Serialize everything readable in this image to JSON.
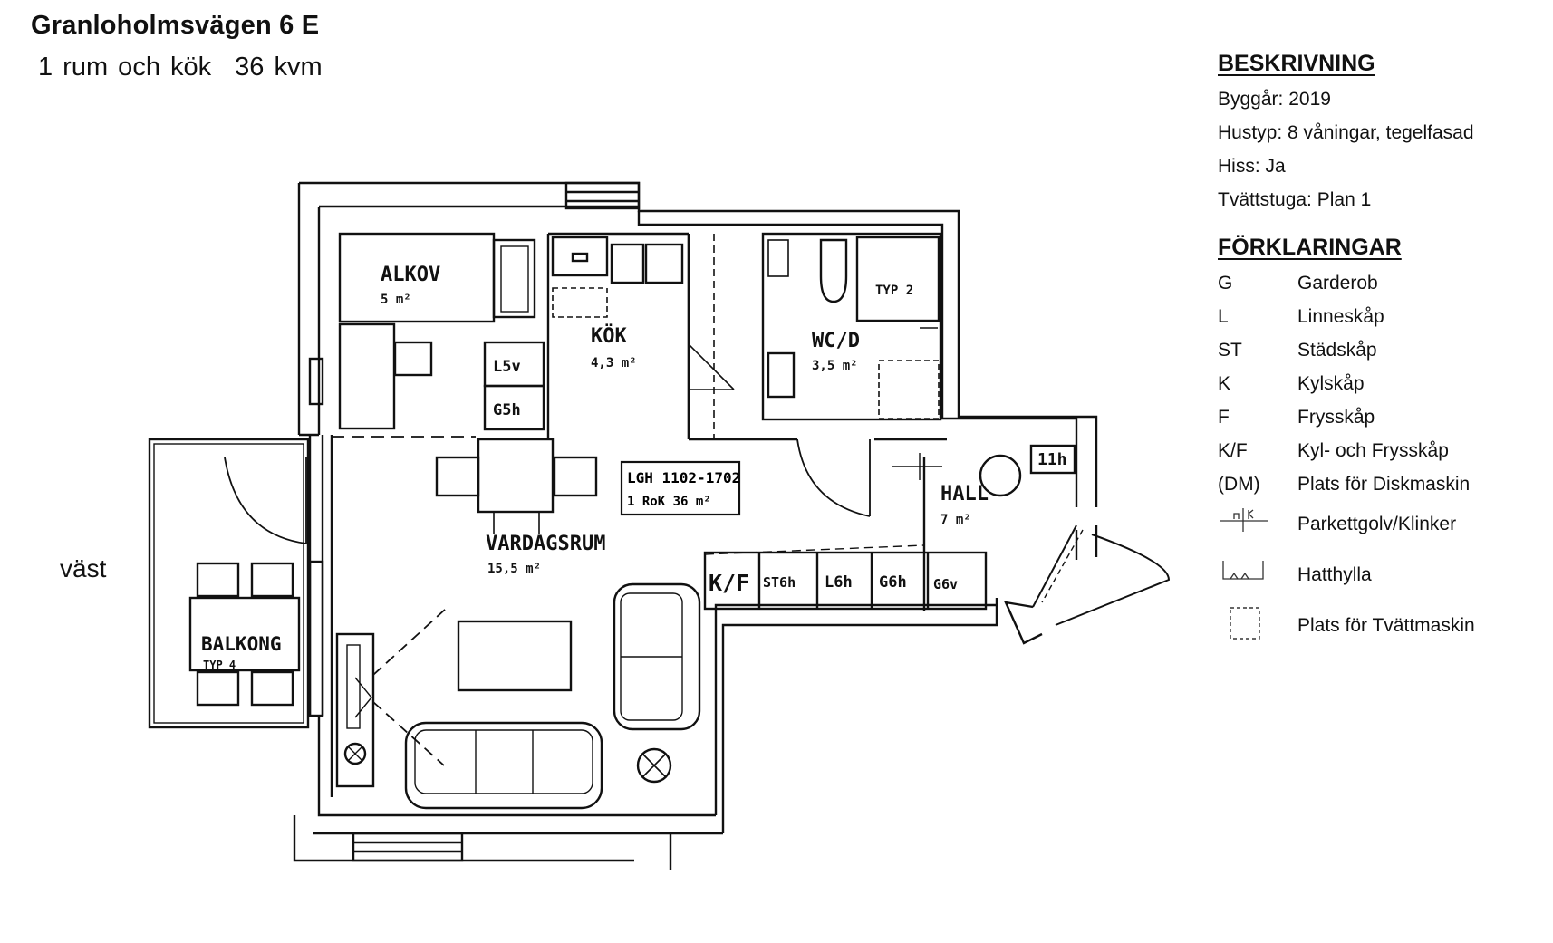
{
  "header": {
    "address": "Granloholmsvägen 6 E",
    "rooms": "1 rum och kök",
    "area": "36 kvm"
  },
  "compass": "väst",
  "plan": {
    "rooms": [
      {
        "name": "ALKOV",
        "area": "5 m²"
      },
      {
        "name": "KÖK",
        "area": "4,3 m²"
      },
      {
        "name": "WC/D",
        "area": "3,5 m²"
      },
      {
        "name": "HALL",
        "area": "7 m²"
      },
      {
        "name": "VARDAGSRUM",
        "area": "15,5 m²"
      },
      {
        "name": "BALKONG",
        "area": "TYP 4"
      }
    ],
    "apartment_tag": {
      "line1": "LGH 1102-1702",
      "line2": "1 RoK 36 m²"
    },
    "fixtures": {
      "typ2": "TYP 2",
      "l5v": "L5v",
      "g5h": "G5h",
      "kf": "K/F",
      "st6h": "ST6h",
      "l6h": "L6h",
      "g6h": "G6h",
      "g6v": "G6v",
      "f11h": "11h"
    }
  },
  "description": {
    "heading": "BESKRIVNING",
    "lines": [
      "Byggår: 2019",
      "Hustyp: 8 våningar, tegelfasad",
      "Hiss: Ja",
      "Tvättstuga: Plan 1"
    ]
  },
  "legend": {
    "heading": "FÖRKLARINGAR",
    "items": [
      {
        "code": "G",
        "label": "Garderob"
      },
      {
        "code": "L",
        "label": "Linneskåp"
      },
      {
        "code": "ST",
        "label": "Städskåp"
      },
      {
        "code": "K",
        "label": "Kylskåp"
      },
      {
        "code": "F",
        "label": "Frysskåp"
      },
      {
        "code": "K/F",
        "label": "Kyl- och Frysskåp"
      },
      {
        "code": "(DM)",
        "label": "Plats för Diskmaskin"
      }
    ],
    "symbol_items": [
      {
        "icon": "parquet-tile-boundary-icon",
        "label": "Parkettgolv/Klinker"
      },
      {
        "icon": "hat-shelf-icon",
        "label": "Hatthylla"
      },
      {
        "icon": "washing-machine-place-icon",
        "label": "Plats för Tvättmaskin"
      }
    ]
  }
}
